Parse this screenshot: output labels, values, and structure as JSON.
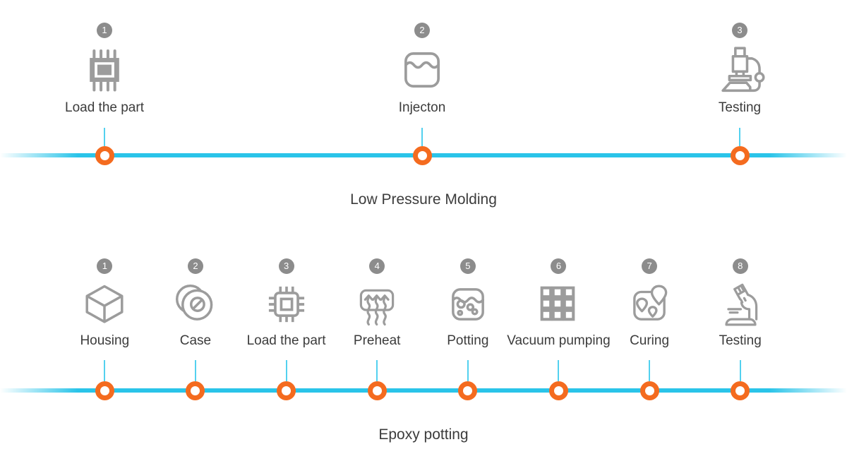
{
  "colors": {
    "timeline": "#2ac4e9",
    "marker": "#f46b1f",
    "badge": "#8c8c8c",
    "icon": "#9c9c9c",
    "text": "#3c3c3c"
  },
  "timelines": [
    {
      "title": "Low Pressure Molding",
      "steps": [
        {
          "number": "1",
          "label": "Load the part",
          "icon": "chip-filled-icon"
        },
        {
          "number": "2",
          "label": "Injecton",
          "icon": "container-icon"
        },
        {
          "number": "3",
          "label": "Testing",
          "icon": "microscope-icon"
        }
      ]
    },
    {
      "title": "Epoxy potting",
      "steps": [
        {
          "number": "1",
          "label": "Housing",
          "icon": "cube-icon"
        },
        {
          "number": "2",
          "label": "Case",
          "icon": "case-icon"
        },
        {
          "number": "3",
          "label": "Load the part",
          "icon": "chip-outline-icon"
        },
        {
          "number": "4",
          "label": "Preheat",
          "icon": "preheat-icon"
        },
        {
          "number": "5",
          "label": "Potting",
          "icon": "potting-icon"
        },
        {
          "number": "6",
          "label": "Vacuum pumping",
          "icon": "vacuum-grid-icon"
        },
        {
          "number": "7",
          "label": "Curing",
          "icon": "curing-map-icon"
        },
        {
          "number": "8",
          "label": "Testing",
          "icon": "microscope-tilted-icon"
        }
      ]
    }
  ]
}
